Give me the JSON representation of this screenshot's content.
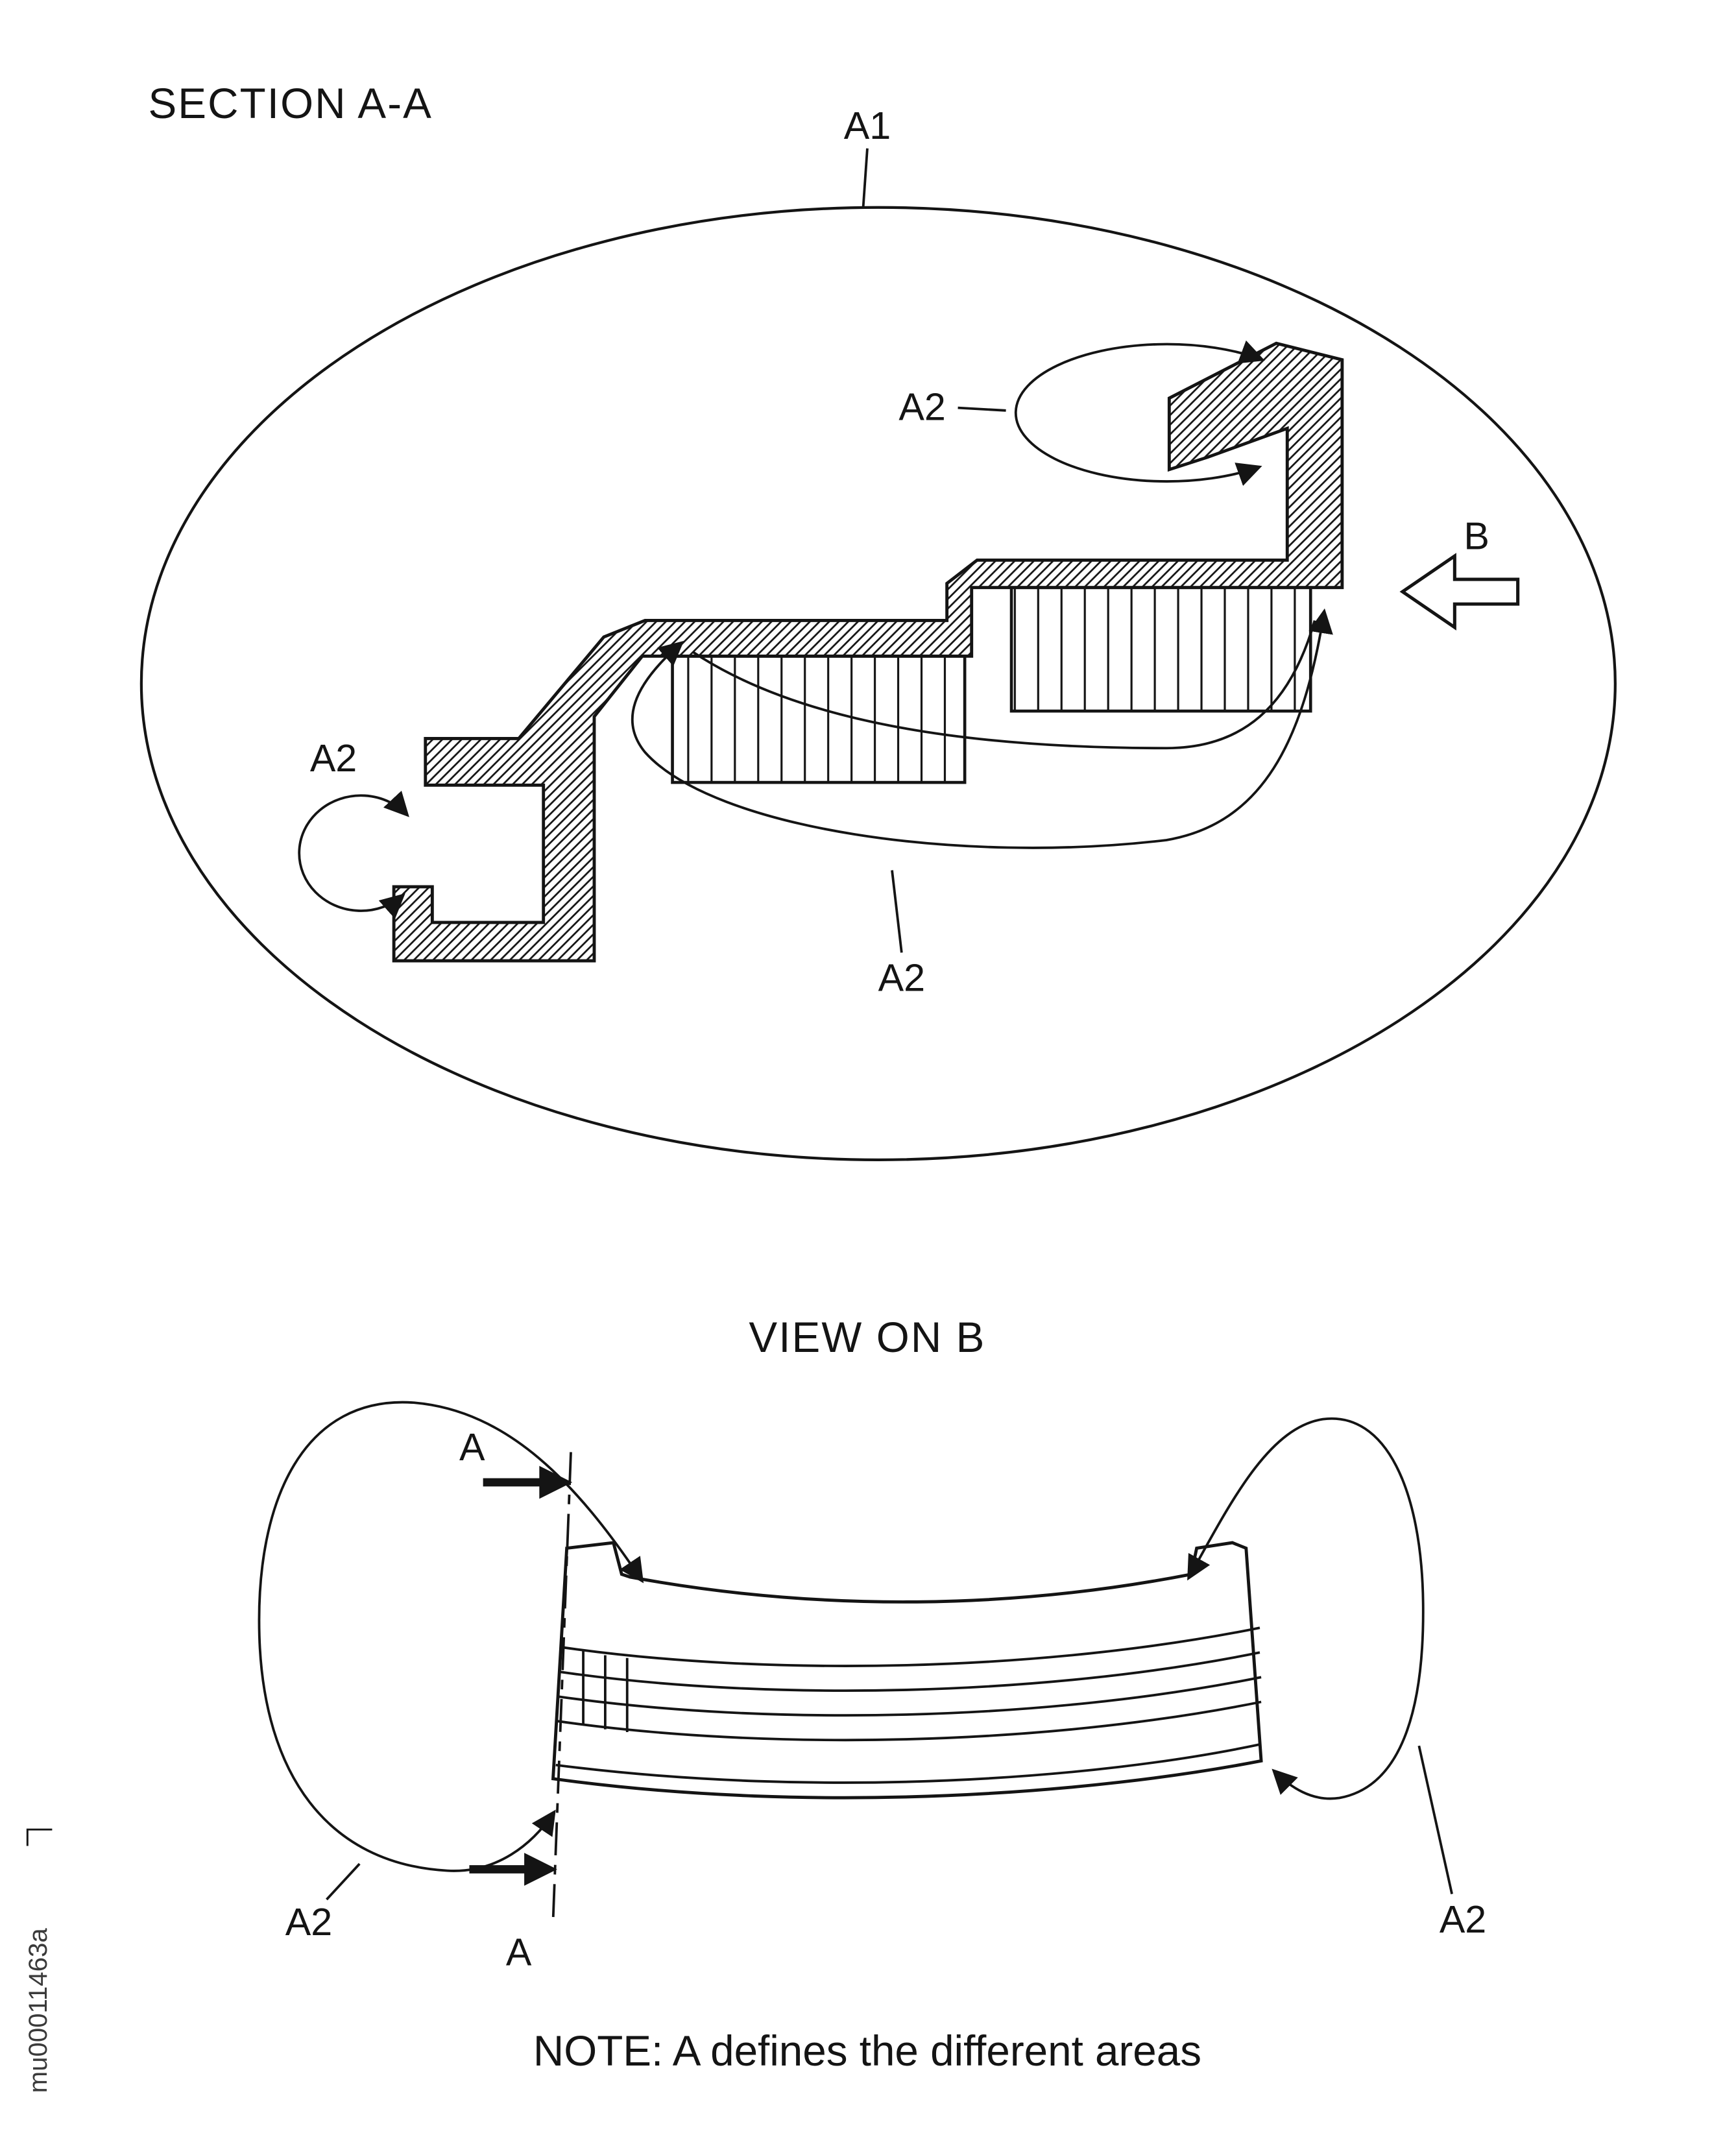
{
  "figure": {
    "kind": "patent-technical-drawing",
    "ink_color": "#141414",
    "background_color": "#ffffff"
  },
  "section_aa": {
    "title": "SECTION A-A",
    "label_a1": "A1",
    "label_a2_top": "A2",
    "label_a2_left": "A2",
    "label_a2_bottom": "A2",
    "label_b": "B"
  },
  "view_on_b": {
    "title": "VIEW ON B",
    "label_a_top": "A",
    "label_a_bottom": "A",
    "label_a2_left": "A2",
    "label_a2_right": "A2"
  },
  "footer": {
    "note": "NOTE: A defines the different areas"
  },
  "margin": {
    "watermark": "mu00011463a"
  }
}
